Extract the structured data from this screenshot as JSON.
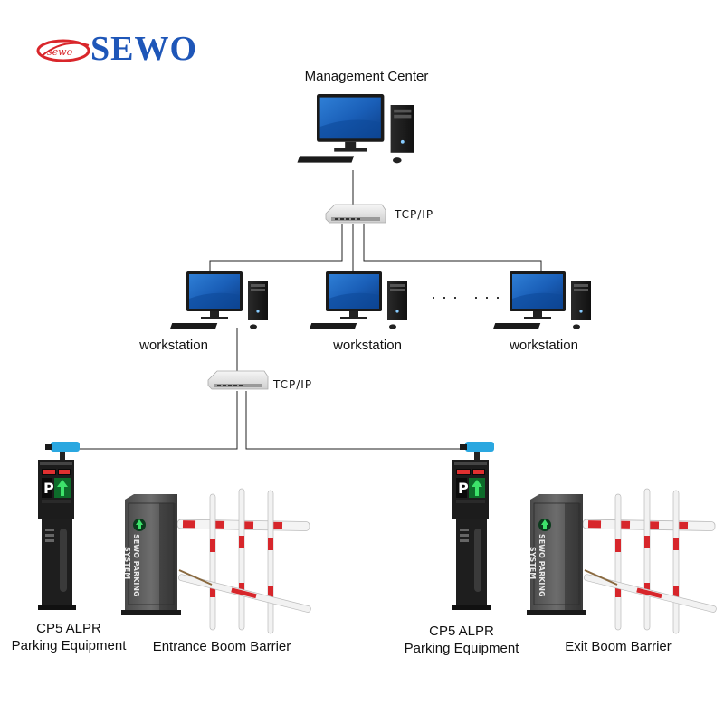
{
  "brand": {
    "name": "SEWO",
    "swoosh_text": "sewo",
    "colors": {
      "primary": "#1e56b8",
      "accent": "#d9262b"
    }
  },
  "nodes": {
    "management_center": "Management Center",
    "switch_top_label": "TCP/IP",
    "switch_mid_label": "TCP/IP",
    "workstations": [
      "workstation",
      "workstation",
      "workstation"
    ],
    "more_indicator": "··· ···",
    "alpr_left": [
      "CP5 ALPR",
      "Parking Equipment"
    ],
    "alpr_right": [
      "CP5 ALPR",
      "Parking Equipment"
    ],
    "entrance_barrier": "Entrance Boom Barrier",
    "exit_barrier": "Exit Boom Barrier",
    "barrier_cabinet_text": [
      "SEWO PARKING",
      "SYSTEM"
    ]
  },
  "icons": [
    "monitor-icon",
    "tower-pc-icon",
    "keyboard-icon",
    "mouse-icon",
    "network-switch-icon",
    "lpr-camera-icon",
    "display-pole-icon",
    "boom-barrier-icon",
    "arrow-up-icon"
  ]
}
